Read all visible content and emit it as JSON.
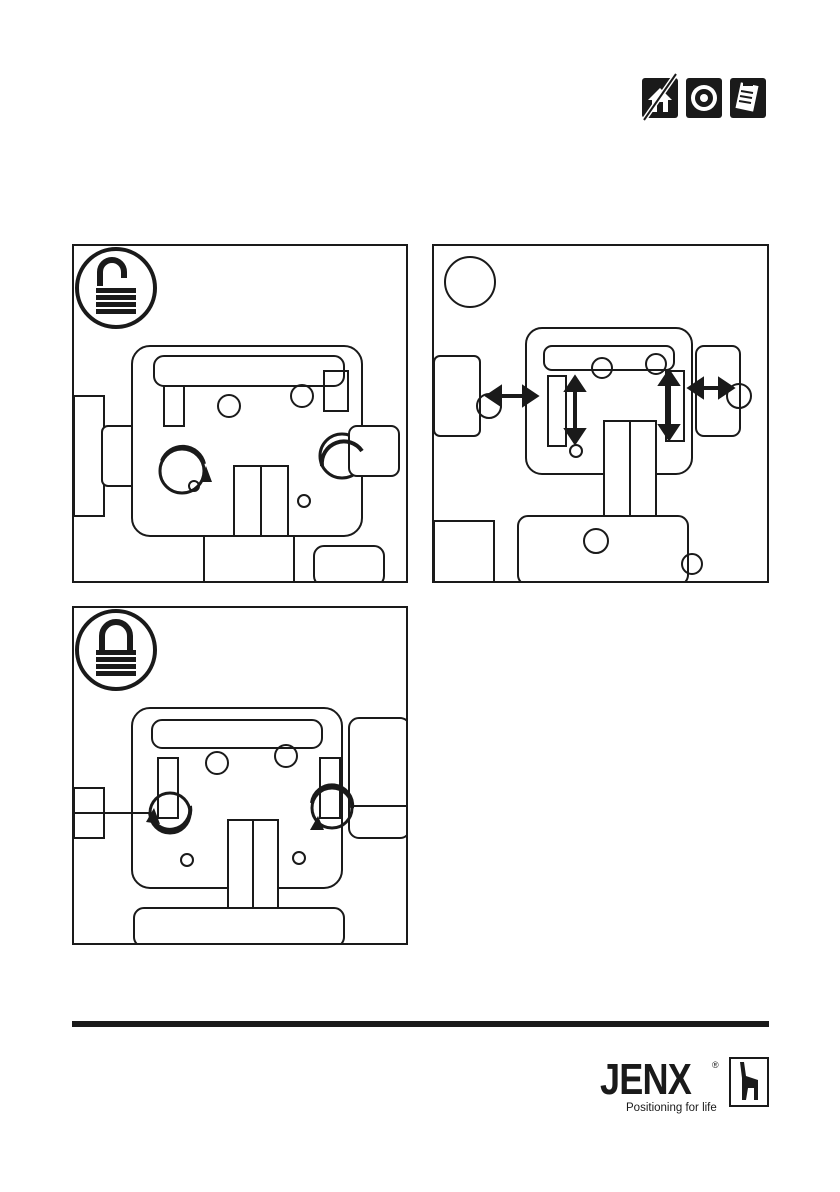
{
  "header": {
    "icons": [
      "not-for-outdoor-use-icon",
      "service-check-icon",
      "read-instructions-icon"
    ]
  },
  "panels": [
    {
      "step_icon": "step-number-circle",
      "lock_state": "unlocked-padlock-icon"
    },
    {
      "step_icon": "step-number-circle",
      "lock_state": "adjust-arrows"
    },
    {
      "step_icon": "step-number-circle",
      "lock_state": "locked-padlock-icon"
    }
  ],
  "footer": {
    "brand": "JENX",
    "registered": "®",
    "tagline": "Positioning for life"
  },
  "colors": {
    "ink": "#1a1a1a",
    "paper": "#ffffff",
    "shade": "#d9d9d9"
  }
}
